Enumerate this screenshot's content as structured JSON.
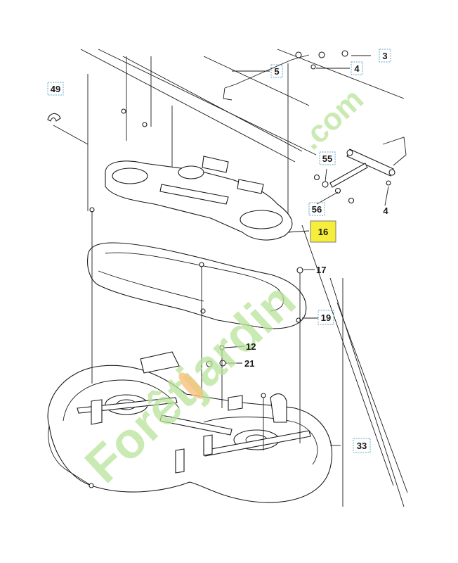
{
  "watermark": {
    "main": "Forêtjardin",
    "suffix": ".com"
  },
  "callouts": {
    "c3": "3",
    "c4a": "4",
    "c4b": "4",
    "c5": "5",
    "c12": "12",
    "c16": "16",
    "c17": "17",
    "c19": "19",
    "c21": "21",
    "c33": "33",
    "c49": "49",
    "c55": "55",
    "c56": "56"
  },
  "highlight_color": "#f6ee3a",
  "box_color": "#5fa8c8"
}
